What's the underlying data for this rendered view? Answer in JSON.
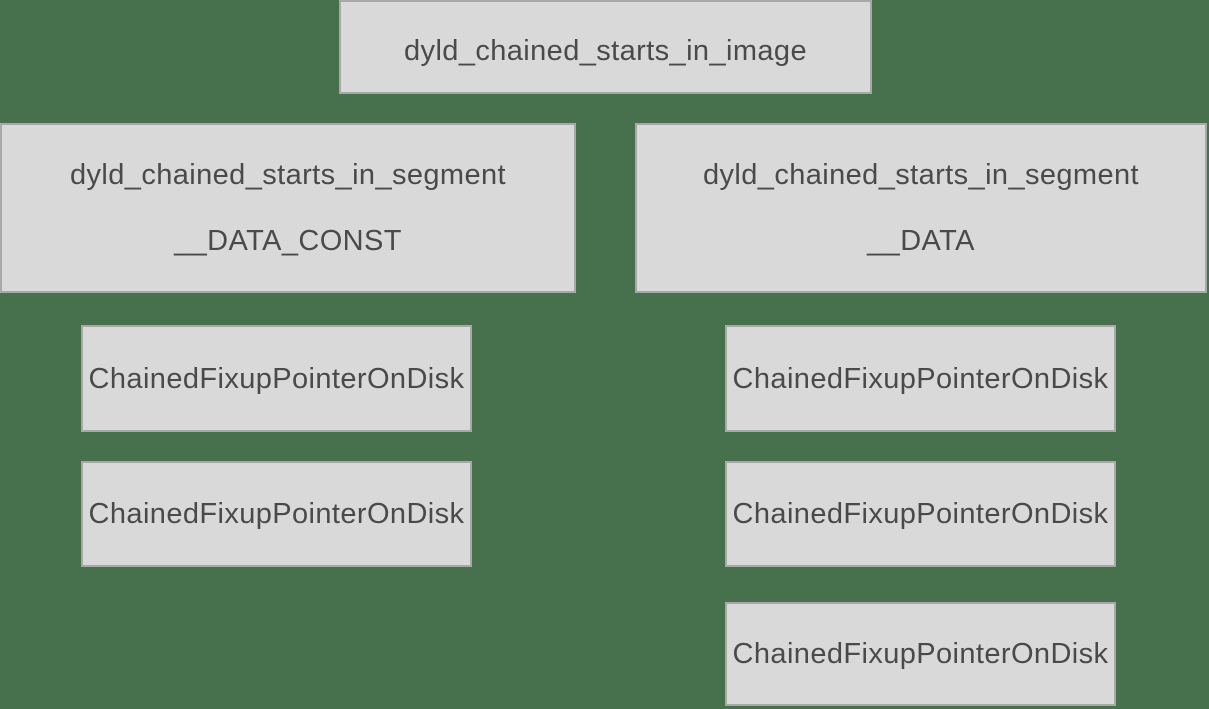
{
  "colors": {
    "background": "#47714d",
    "box_fill": "#d9d9d9",
    "box_border": "#a8a8a8",
    "text": "#4a4a4a"
  },
  "diagram": {
    "root_label": "dyld_chained_starts_in_image",
    "segments": [
      {
        "struct": "dyld_chained_starts_in_segment",
        "segment_name": "__DATA_CONST",
        "pointers": [
          "ChainedFixupPointerOnDisk",
          "ChainedFixupPointerOnDisk"
        ]
      },
      {
        "struct": "dyld_chained_starts_in_segment",
        "segment_name": "__DATA",
        "pointers": [
          "ChainedFixupPointerOnDisk",
          "ChainedFixupPointerOnDisk",
          "ChainedFixupPointerOnDisk"
        ]
      }
    ]
  }
}
